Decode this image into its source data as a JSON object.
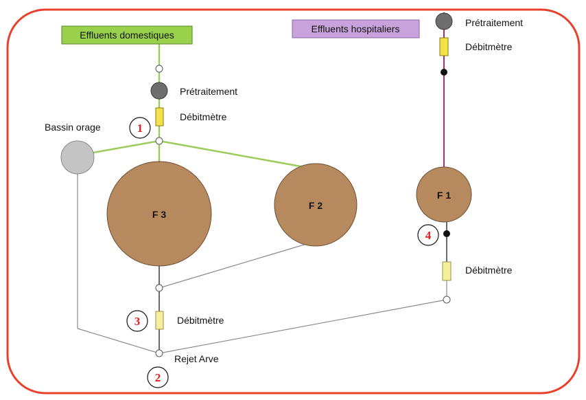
{
  "boxes": {
    "domestic": {
      "label": "Effluents domestiques",
      "fill": "#99d04c",
      "border": "#558a1e"
    },
    "hospital": {
      "label": "Effluents hospitaliers",
      "fill": "#c8a2db",
      "border": "#8a6aa6"
    }
  },
  "labels": {
    "pretreatment_domestic": "Prétraitement",
    "flowmeter_domestic": "Débitmètre",
    "storm_basin": "Bassin orage",
    "pretreatment_hospital": "Prétraitement",
    "flowmeter_hospital_top": "Débitmètre",
    "flowmeter_hospital_bottom": "Débitmètre",
    "flowmeter_outlet": "Débitmètre",
    "outlet": "Rejet Arve"
  },
  "ponds": {
    "f1": "F 1",
    "f2": "F 2",
    "f3": "F 3"
  },
  "markers": {
    "m1": "1",
    "m2": "2",
    "m3": "3",
    "m4": "4"
  },
  "colors": {
    "frame": "#e8402b",
    "green_pipe": "#9ccc5a",
    "purple_pipe": "#a0306e",
    "grey_pipe": "#8a8a8a",
    "black_pipe": "#1a1a1a",
    "pond": "#b68a5e",
    "pond_stroke": "#6b4f33",
    "meter": "#f2e24a",
    "meter_light": "#f5f0a0",
    "marker_red": "#e02020"
  }
}
